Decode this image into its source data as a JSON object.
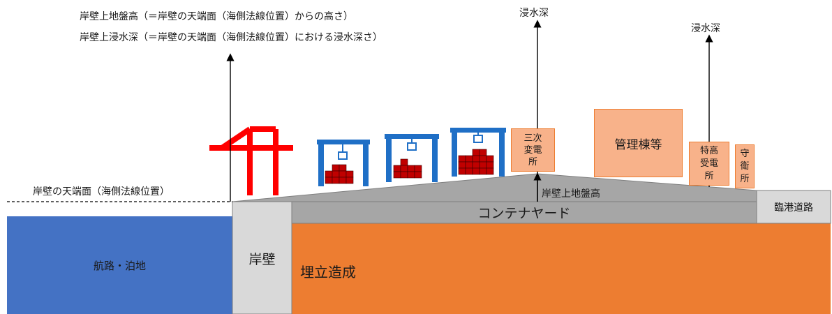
{
  "notes": {
    "line1": "岸壁上地盤高（＝岸壁の天端面（海側法線位置）からの高さ）",
    "line2": "岸壁上浸水深（＝岸壁の天端面（海側法線位置）における浸水深さ）"
  },
  "labels": {
    "crown_level": "岸壁の天端面（海側法線位置）",
    "inundation_depth_1": "浸水深",
    "inundation_depth_2": "浸水深",
    "ground_height": "岸壁上地盤高",
    "container_yard": "コンテナヤード",
    "port_road": "臨港道路",
    "quay_wall": "岸壁",
    "reclaimed_land": "埋立造成",
    "channel": "航路・泊地"
  },
  "buildings": {
    "substation_tertiary": [
      "三次",
      "変電",
      "所"
    ],
    "management": "管理棟等",
    "substation_special": [
      "特高",
      "受電",
      "所"
    ],
    "guard_post": [
      "守",
      "衛",
      "所"
    ]
  },
  "colors": {
    "sea": "#4472c4",
    "reclaimed": "#ed7d31",
    "quay": "#d9d9d9",
    "yard": "#a6a6a6",
    "building": "#f8b28a",
    "crane_red": "#ff0000",
    "crane_blue": "#1f6fc6",
    "container": "#c00000"
  }
}
